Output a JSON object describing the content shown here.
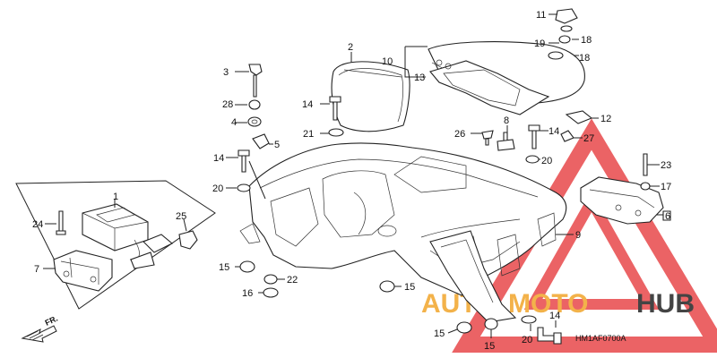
{
  "diagram_code": "HM1AF0700A",
  "direction_label": "FR.",
  "watermark": {
    "text_a": "AUTO",
    "text_b": "MOTO",
    "text_c": "HUB",
    "color_a": "#f3b24a",
    "color_b": "#f3b24a",
    "color_c": "#444444",
    "triangle_color": "#e8484a"
  },
  "labels": {
    "n1": "1",
    "n2": "2",
    "n3": "3",
    "n4": "4",
    "n5": "5",
    "n6": "6",
    "n7": "7",
    "n8": "8",
    "n9": "9",
    "n10": "10",
    "n11": "11",
    "n12": "12",
    "n13": "13",
    "n14a": "14",
    "n14b": "14",
    "n14c": "14",
    "n14d": "14",
    "n15a": "15",
    "n15b": "15",
    "n15c": "15",
    "n15d": "15",
    "n16": "16",
    "n17": "17",
    "n18a": "18",
    "n18b": "18",
    "n19": "19",
    "n20a": "20",
    "n20b": "20",
    "n20c": "20",
    "n21": "21",
    "n22": "22",
    "n23": "23",
    "n24": "24",
    "n25": "25",
    "n26": "26",
    "n27": "27",
    "n28": "28"
  }
}
